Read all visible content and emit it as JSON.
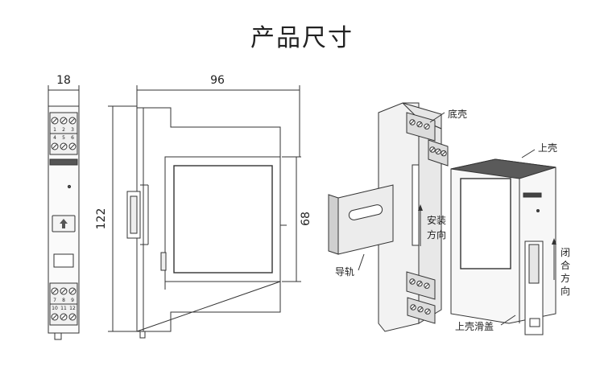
{
  "title": "产品尺寸",
  "dimensions": {
    "front_width": "18",
    "side_width": "96",
    "side_height": "122",
    "face_height": "68"
  },
  "terminal_numbers": {
    "top_row1": [
      "1",
      "2",
      "3"
    ],
    "top_row2": [
      "4",
      "5",
      "6"
    ],
    "bottom_row1": [
      "7",
      "8",
      "9"
    ],
    "bottom_row2": [
      "10",
      "11",
      "12"
    ]
  },
  "labels": {
    "base_shell": "底壳",
    "top_shell": "上壳",
    "install_direction_1": "安装",
    "install_direction_2": "方向",
    "rail": "导轨",
    "close_direction": [
      "闭",
      "合",
      "方",
      "向"
    ],
    "slide_cover": "上壳滑盖"
  },
  "colors": {
    "line": "#333333",
    "fill_light": "#f4f4f4",
    "fill_mid": "#d9d9d9",
    "fill_dark": "#5a5a5a"
  }
}
